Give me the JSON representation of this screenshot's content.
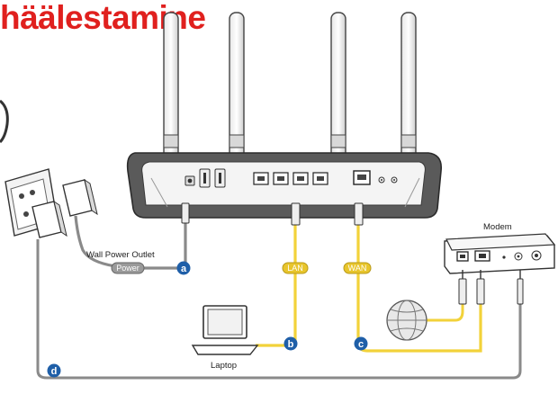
{
  "title": "häälestamine",
  "labels": {
    "wall_power_outlet": "Wall Power Outlet",
    "modem": "Modem",
    "laptop": "Laptop"
  },
  "cable_tags": {
    "power": "Power",
    "lan": "LAN",
    "wan": "WAN"
  },
  "steps": [
    "a",
    "b",
    "c",
    "d"
  ],
  "colors": {
    "title": "#e0201e",
    "badge": "#1f5fa8",
    "lan_wan_cable": "#f2d23a",
    "power_cable": "#8a8a8a",
    "outline": "#333333"
  }
}
